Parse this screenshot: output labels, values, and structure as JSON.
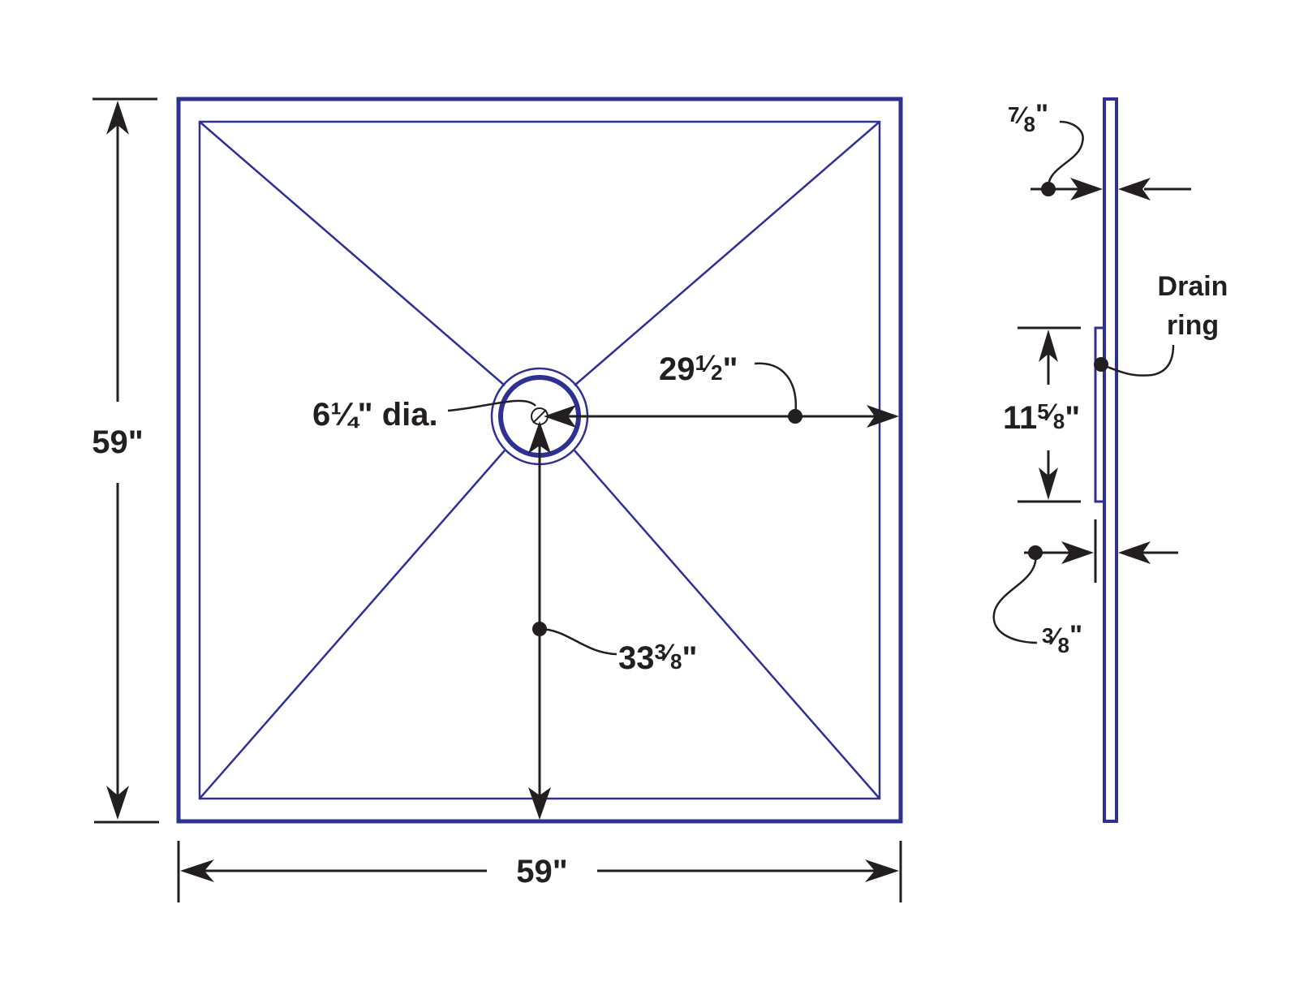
{
  "colors": {
    "outline": "#2e3192",
    "ink": "#231f20",
    "background": "#ffffff"
  },
  "labels": {
    "height": "59\"",
    "width": "59\"",
    "drain_dia": {
      "whole": "6",
      "frac": "¼",
      "unit": "\" dia."
    },
    "to_right_edge": {
      "whole": "29",
      "num": "1",
      "den": "2",
      "unit": "\""
    },
    "to_bottom_edge": {
      "whole": "33",
      "num": "3",
      "den": "8",
      "unit": "\""
    },
    "thickness_top": {
      "num": "7",
      "den": "8",
      "unit": "\""
    },
    "ring_height": {
      "whole": "11",
      "num": "5",
      "den": "8",
      "unit": "\""
    },
    "ring_thickness": {
      "num": "3",
      "den": "8",
      "unit": "\""
    },
    "drain_ring_line1": "Drain",
    "drain_ring_line2": "ring"
  }
}
